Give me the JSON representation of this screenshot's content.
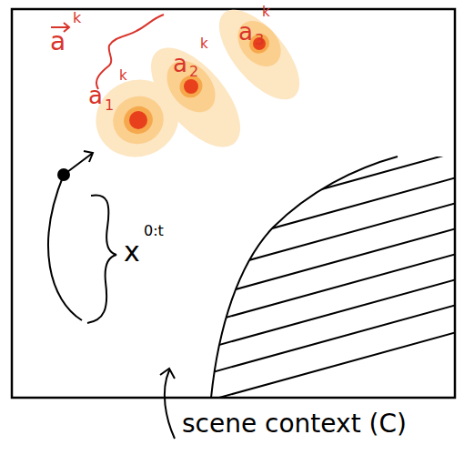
{
  "diagram": {
    "nodes": [
      {
        "text": [
          "a",
          "1",
          "k"
        ]
      },
      {
        "text": [
          "a",
          "2",
          "k"
        ]
      },
      {
        "text": [
          "a",
          "3",
          "k"
        ]
      }
    ],
    "labels": [
      "a",
      "k",
      "x",
      "0:t",
      "scene context (C)"
    ]
  }
}
